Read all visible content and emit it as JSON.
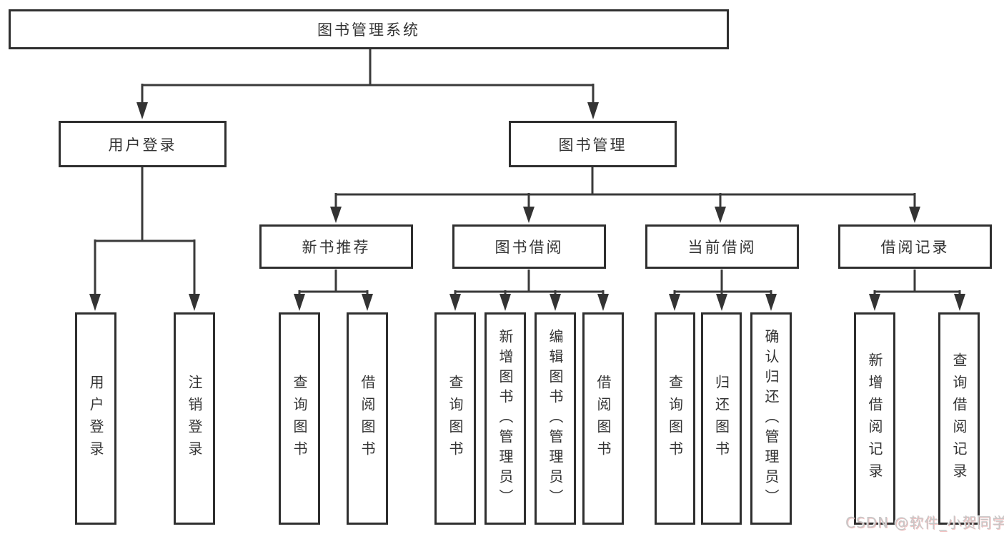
{
  "diagram": {
    "title_node": {
      "label": "图书管理系统"
    },
    "level2": [
      {
        "label": "用户登录"
      },
      {
        "label": "图书管理"
      }
    ],
    "level3": [
      {
        "label": "新书推荐"
      },
      {
        "label": "图书借阅"
      },
      {
        "label": "当前借阅"
      },
      {
        "label": "借阅记录"
      }
    ],
    "leaves": [
      {
        "label": "用户登录",
        "parent": "用户登录"
      },
      {
        "label": "注销登录",
        "parent": "用户登录"
      },
      {
        "label": "查询图书",
        "parent": "新书推荐"
      },
      {
        "label": "借阅图书",
        "parent": "新书推荐"
      },
      {
        "label": "查询图书",
        "parent": "图书借阅"
      },
      {
        "label": "新增图书（管理员）",
        "parent": "图书借阅"
      },
      {
        "label": "编辑图书（管理员）",
        "parent": "图书借阅"
      },
      {
        "label": "借阅图书",
        "parent": "图书借阅"
      },
      {
        "label": "查询图书",
        "parent": "当前借阅"
      },
      {
        "label": "归还图书",
        "parent": "当前借阅"
      },
      {
        "label": "确认归还（管理员）",
        "parent": "当前借阅"
      },
      {
        "label": "新增借阅记录",
        "parent": "借阅记录"
      },
      {
        "label": "查询借阅记录",
        "parent": "借阅记录"
      }
    ],
    "colors": {
      "line": "#3a3a3a",
      "box_border": "#2f2f2f",
      "text": "#333333",
      "background": "#ffffff",
      "watermark_text": "#c7c7c7"
    }
  },
  "watermark": {
    "text": "CSDN @软件_小贺同学"
  }
}
